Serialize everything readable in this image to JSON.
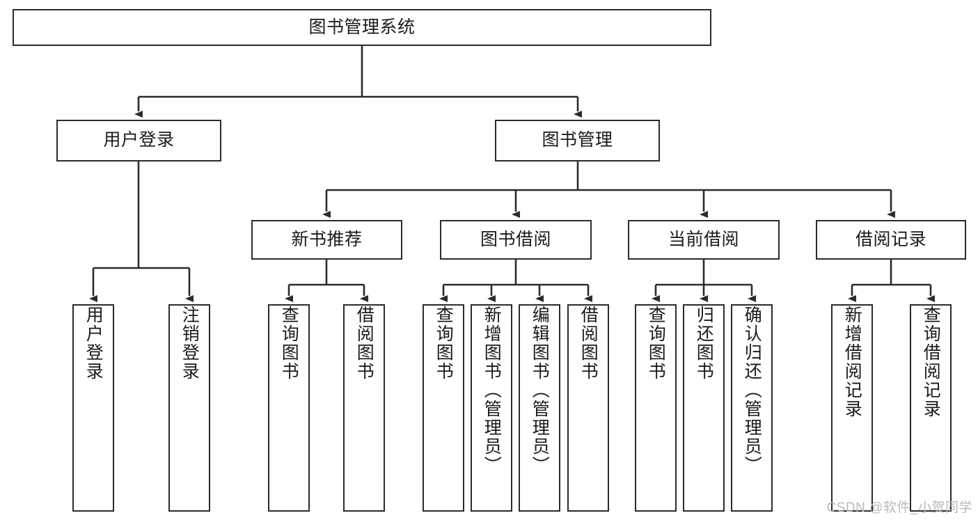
{
  "diagram": {
    "title": "图书管理系统",
    "type": "tree-hierarchy-diagram",
    "colors": {
      "box_border": "#2b2b2b",
      "box_fill": "#ffffff",
      "line": "#2b2b2b",
      "text": "#1a1a1a",
      "watermark": "#b9b9b9",
      "background": "#ffffff"
    },
    "root": {
      "label": "图书管理系统"
    },
    "level1": [
      {
        "label": "用户登录"
      },
      {
        "label": "图书管理"
      }
    ],
    "level2": [
      {
        "label": "新书推荐"
      },
      {
        "label": "图书借阅"
      },
      {
        "label": "当前借阅"
      },
      {
        "label": "借阅记录"
      }
    ],
    "leaves": {
      "user_login": [
        {
          "label": "用户登录"
        },
        {
          "label": "注销登录"
        }
      ],
      "new_book_recommend": [
        {
          "label": "查询图书"
        },
        {
          "label": "借阅图书"
        }
      ],
      "book_borrow": [
        {
          "label": "查询图书"
        },
        {
          "label": "新增图书（管理员）"
        },
        {
          "label": "编辑图书（管理员）"
        },
        {
          "label": "借阅图书"
        }
      ],
      "current_borrow": [
        {
          "label": "查询图书"
        },
        {
          "label": "归还图书"
        },
        {
          "label": "确认归还（管理员）"
        }
      ],
      "borrow_record": [
        {
          "label": "新增借阅记录"
        },
        {
          "label": "查询借阅记录"
        }
      ]
    }
  },
  "watermark": {
    "text": "CSDN @软件_小贺同学"
  }
}
